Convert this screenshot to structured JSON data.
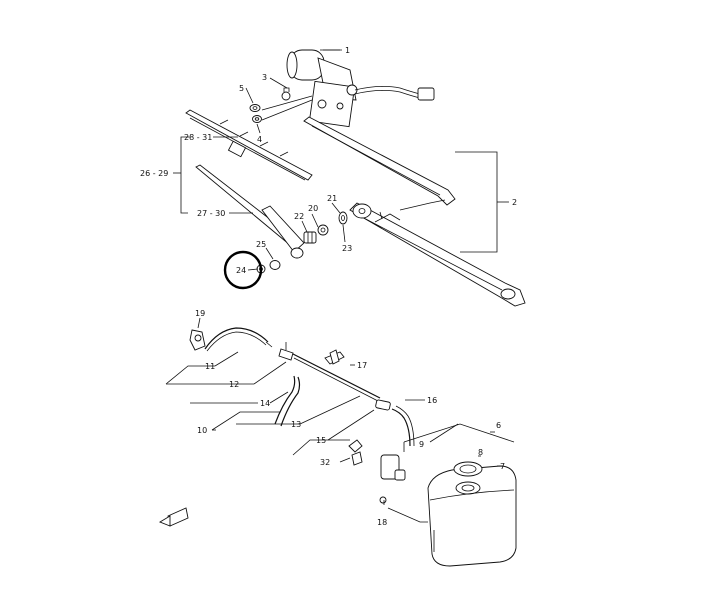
{
  "diagram": {
    "callouts": [
      "1",
      "2",
      "3",
      "4",
      "5",
      "26 - 29",
      "28 - 31",
      "27 - 30",
      "20",
      "21",
      "22",
      "23",
      "25",
      "24",
      "19",
      "17",
      "11",
      "12",
      "14",
      "13",
      "10",
      "15",
      "16",
      "9",
      "6",
      "8",
      "7",
      "32",
      "18"
    ],
    "highlighted": "24",
    "colors": {
      "line": "#111111",
      "background": "#ffffff"
    }
  }
}
